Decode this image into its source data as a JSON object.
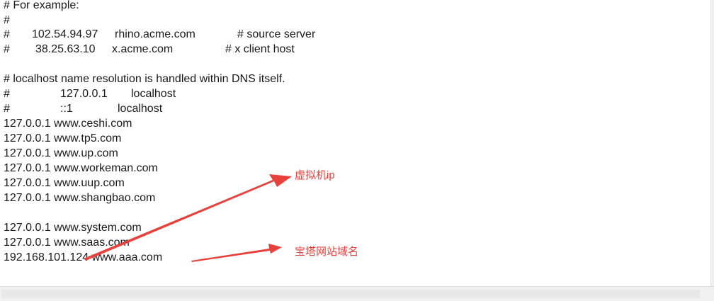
{
  "file_lines": [
    "# For example:",
    "#",
    "#      102.54.94.97     rhino.acme.com          # source server",
    "#       38.25.63.10     x.acme.com              # x client host",
    "",
    "# localhost name resolution is handled within DNS itself.",
    "#               127.0.0.1       localhost",
    "#               ::1             localhost",
    "127.0.0.1 www.ceshi.com",
    "127.0.0.1 www.tp5.com",
    "127.0.0.1 www.up.com",
    "127.0.0.1 www.workeman.com",
    "127.0.0.1 www.uup.com",
    "127.0.0.1 www.shangbao.com",
    "",
    "127.0.0.1 www.system.com",
    "127.0.0.1 www.saas.com",
    "192.168.101.124 www.aaa.com"
  ],
  "annotations": {
    "vm_ip": "虚拟机ip",
    "bt_domain": "宝塔网站域名"
  },
  "colors": {
    "text": "#1a1a1a",
    "annotation": "#e8403a",
    "arrow": "#e8403a",
    "scrollbar": "#f0f0f0"
  }
}
